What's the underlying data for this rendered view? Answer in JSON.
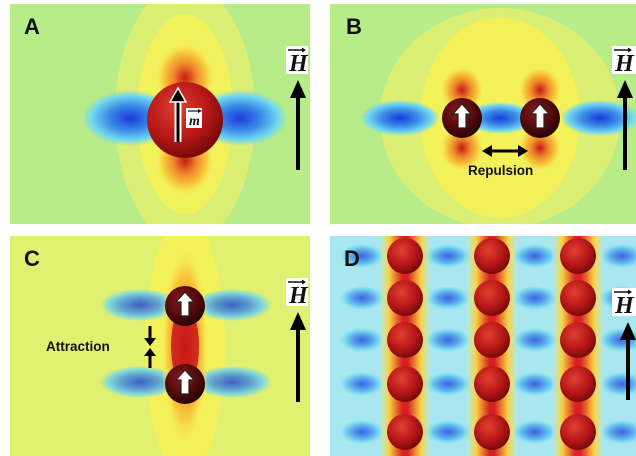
{
  "panels": [
    {
      "id": "A",
      "letter": "A"
    },
    {
      "id": "B",
      "letter": "B"
    },
    {
      "id": "C",
      "letter": "C"
    },
    {
      "id": "D",
      "letter": "D"
    }
  ],
  "field_symbol": "H",
  "moment_symbol": "m",
  "annotations": {
    "repulsion": "Repulsion",
    "attraction": "Attraction"
  },
  "colors": {
    "background_green": "#c8f080",
    "background_yellow": "#f4f25a",
    "background_cyan": "#a8e6f0",
    "particle_red": "#c01818",
    "particle_dark": "#4a0a0a",
    "positive_lobe": "#e88a2e",
    "negative_lobe": "#2860e0"
  }
}
